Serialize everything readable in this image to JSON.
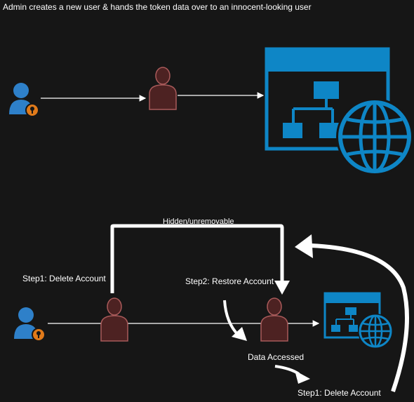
{
  "title": "Admin creates a new user & hands the token data over to an innocent-looking user",
  "labels": {
    "hidden": "Hidden/unremovable",
    "step1_delete_left": "Step1: Delete Account",
    "step2_restore": "Step2: Restore Account",
    "data_accessed": "Data Accessed",
    "step1_delete_bottom": "Step1: Delete Account"
  },
  "icons": {
    "admin_user": "user-key-icon",
    "innocent_user": "user-icon",
    "web_app": "web-sitemap-globe-icon"
  },
  "colors": {
    "background": "#161616",
    "admin_blue": "#2e80c9",
    "key_orange": "#e07a1a",
    "innocent_fill": "#4d2222",
    "innocent_stroke": "#a85a5a",
    "app_blue": "#0e86c6",
    "arrow": "#ffffff"
  }
}
